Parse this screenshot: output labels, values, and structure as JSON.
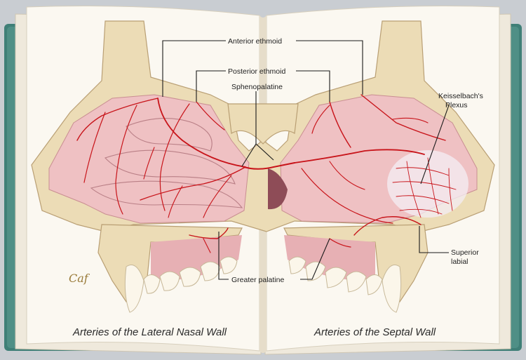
{
  "labels": {
    "anterior_ethmoid": "Anterior ethmoid",
    "posterior_ethmoid": "Posterior ethmoid",
    "sphenopalatine": "Sphenopalatine",
    "keisselbach_line1": "Keisselbach's",
    "keisselbach_line2": "Plexus",
    "superior_labial_line1": "Superior",
    "superior_labial_line2": "labial",
    "greater_palatine": "Greater palatine"
  },
  "captions": {
    "left": "Arteries of the Lateral Nasal Wall",
    "right": "Arteries of the Septal Wall"
  },
  "signature": "Caf",
  "colors": {
    "artery": "#c8141a",
    "mucosa": "#efc1c3",
    "bone": "#ecdcb6",
    "page": "#fbf8f1",
    "book_cover": "#3f7f77"
  }
}
